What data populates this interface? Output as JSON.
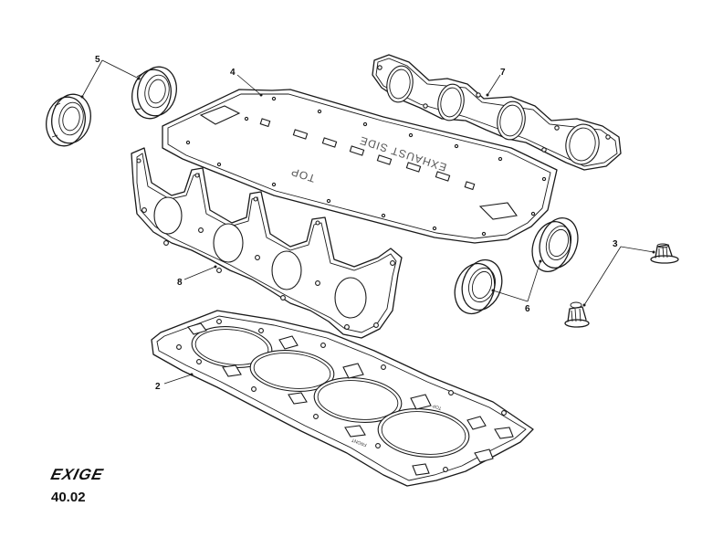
{
  "callouts": [
    {
      "number": "2",
      "part": "cylinder-head-gasket"
    },
    {
      "number": "3",
      "part": "valve-stem-seals"
    },
    {
      "number": "4",
      "part": "rocker-cover-gasket"
    },
    {
      "number": "5",
      "part": "camshaft-oil-seals"
    },
    {
      "number": "6",
      "part": "crankshaft-oil-seals"
    },
    {
      "number": "7",
      "part": "exhaust-manifold-gasket"
    },
    {
      "number": "8",
      "part": "inlet-manifold-gasket"
    }
  ],
  "gasket_stamps": {
    "rocker_top": "TOP",
    "rocker_side": "EXHAUST SIDE",
    "head_top": "TOP",
    "head_front": "FRONT"
  },
  "brand": {
    "name": "EXIGE",
    "page_code": "40.02"
  },
  "colors": {
    "ink": "#1a1a1a",
    "background": "#ffffff"
  }
}
